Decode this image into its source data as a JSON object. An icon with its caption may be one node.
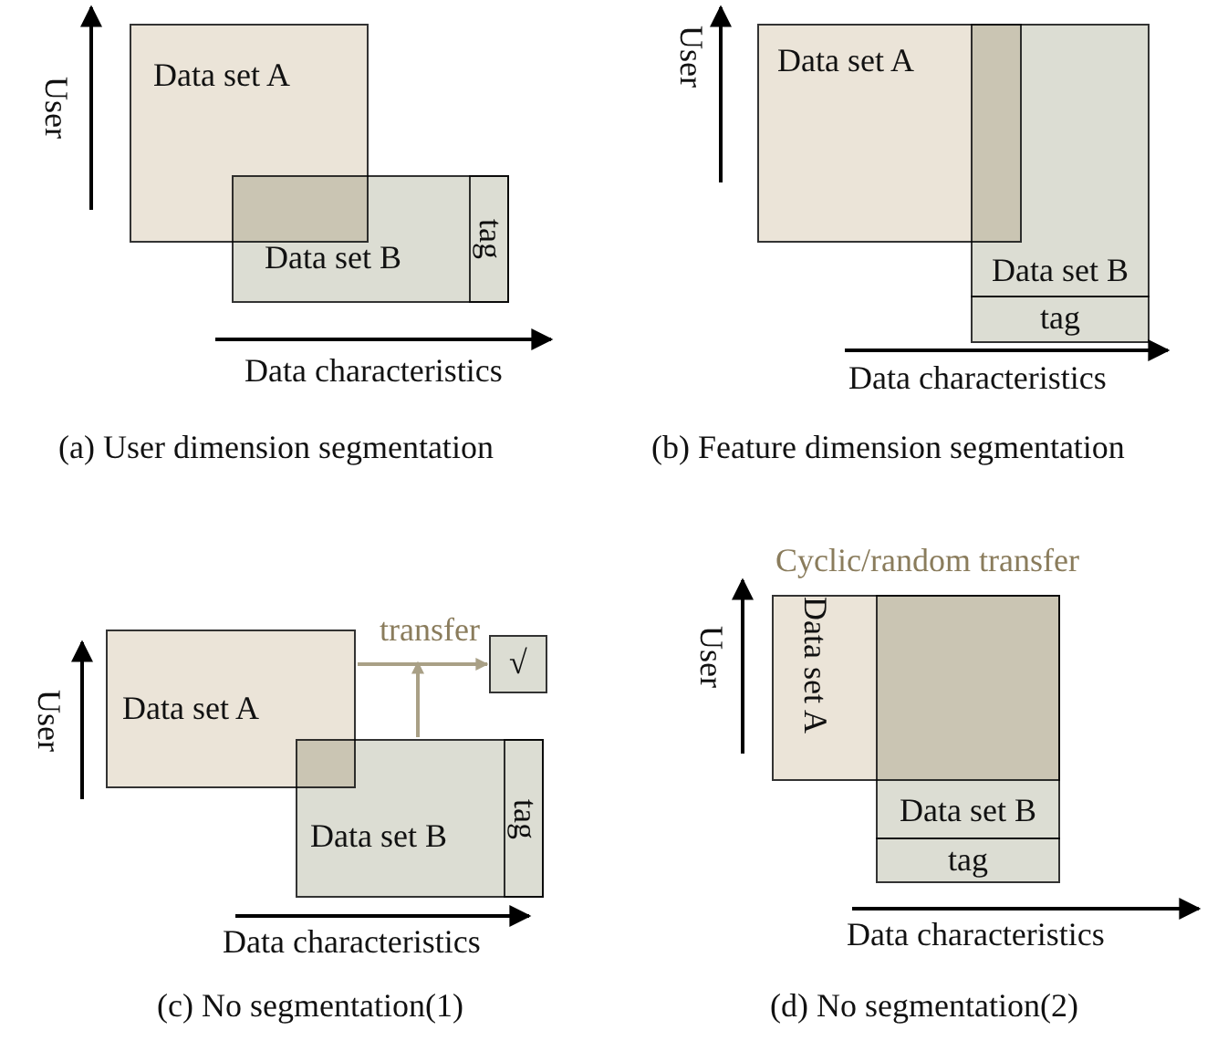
{
  "diagram": {
    "nodes": [
      {
        "text": [
          "Data set A"
        ]
      },
      {
        "text": [
          "Data set B"
        ]
      },
      {
        "text": [
          "tag"
        ],
        "in": 1
      },
      {
        "text": [
          "Data set A"
        ]
      },
      {
        "text": [
          "Data set B"
        ]
      },
      {
        "text": [
          "tag"
        ]
      },
      {
        "text": [
          "Data set A"
        ]
      },
      {
        "text": [
          "Data set B"
        ]
      },
      {
        "text": [
          "tag"
        ],
        "in": 7
      },
      {
        "text": [
          "√"
        ]
      },
      {
        "text": [
          "Data set A"
        ]
      },
      {
        "text": [
          "Data set B"
        ]
      },
      {
        "text": [
          "tag"
        ]
      }
    ],
    "edges": [
      {
        "from": 6,
        "to": 9,
        "arrow": "to",
        "label": "transfer",
        "color": "#a9a086"
      },
      {
        "from": 7,
        "to": null,
        "arrow": "to",
        "color": "#a9a086"
      }
    ],
    "labels": [
      "User",
      "Data characteristics",
      "(a) User dimension segmentation",
      "User",
      "Data characteristics",
      "(b) Feature dimension segmentation",
      "User",
      "Data characteristics",
      "(c) No segmentation(1)",
      "Cyclic/random transfer",
      "User",
      "Data characteristics",
      "(d) No segmentation(2)"
    ]
  }
}
